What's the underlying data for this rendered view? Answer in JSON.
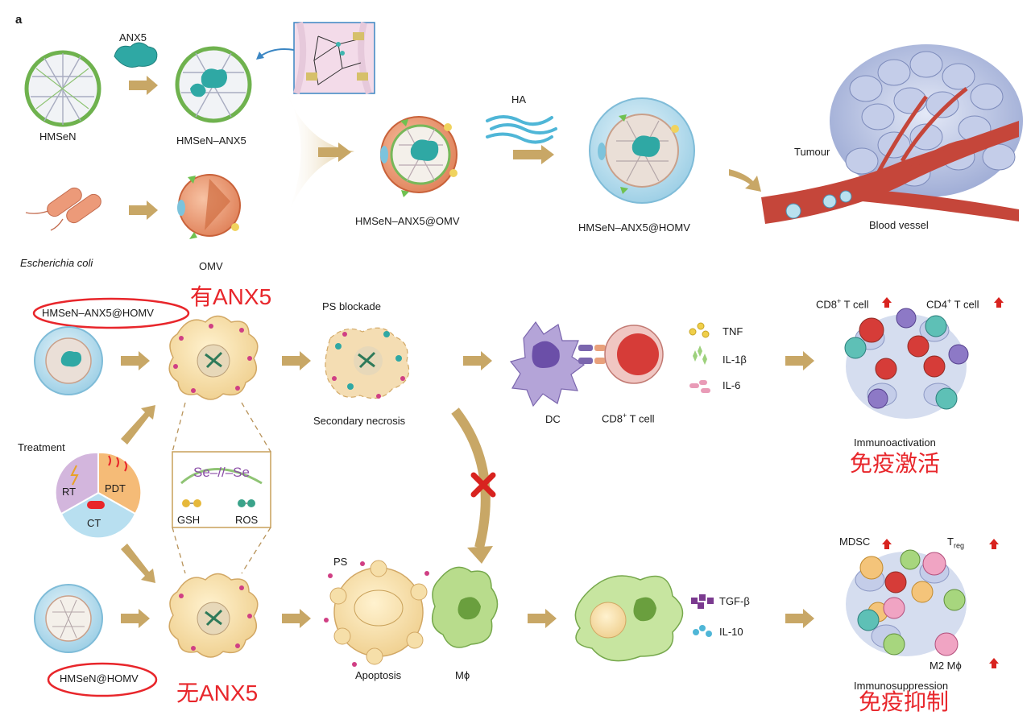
{
  "panel_letter": "a",
  "top": {
    "anx5": "ANX5",
    "hmsen": "HMSeN",
    "hmsen_anx5": "HMSeN–ANX5",
    "ecoli": "Escherichia coli",
    "omv": "OMV",
    "hmsen_anx5_omv": "HMSeN–ANX5@OMV",
    "ha": "HA",
    "hmsen_anx5_homv": "HMSeN–ANX5@HOMV",
    "tumour": "Tumour",
    "blood_vessel": "Blood vessel"
  },
  "upper_path": {
    "input_label": "HMSeN–ANX5@HOMV",
    "annotation": "有ANX5",
    "ps_blockade": "PS blockade",
    "secondary_necrosis": "Secondary necrosis",
    "dc": "DC",
    "cd8_prefix": "CD8",
    "cd8_sup": "+",
    "cd8_suffix": " T cell",
    "cytokines": [
      "TNF",
      "IL-1β",
      "IL-6"
    ],
    "cd8_cell_prefix": "CD8",
    "cd4_cell_prefix": "CD4",
    "cell_sup": "+",
    "cell_suffix": " T cell",
    "outcome": "Immunoactivation",
    "outcome_cn": "免疫激活"
  },
  "treatment": {
    "title": "Treatment",
    "segments": [
      "RT",
      "PDT",
      "CT"
    ],
    "inset_bond": "Se–//–Se",
    "inset_left": "GSH",
    "inset_right": "ROS"
  },
  "lower_path": {
    "input_label": "HMSeN@HOMV",
    "annotation": "无ANX5",
    "ps": "PS",
    "apoptosis": "Apoptosis",
    "mphi": "Mϕ",
    "cytokines": [
      "TGF-β",
      "IL-10"
    ],
    "mdsc": "MDSC",
    "treg_main": "T",
    "treg_sub": "reg",
    "m2": "M2 Mϕ",
    "outcome": "Immunosuppression",
    "outcome_cn": "免疫抑制"
  },
  "colors": {
    "arrow": "#c8a766",
    "accent_red": "#e8262b",
    "up_arrow": "#d8231f"
  }
}
